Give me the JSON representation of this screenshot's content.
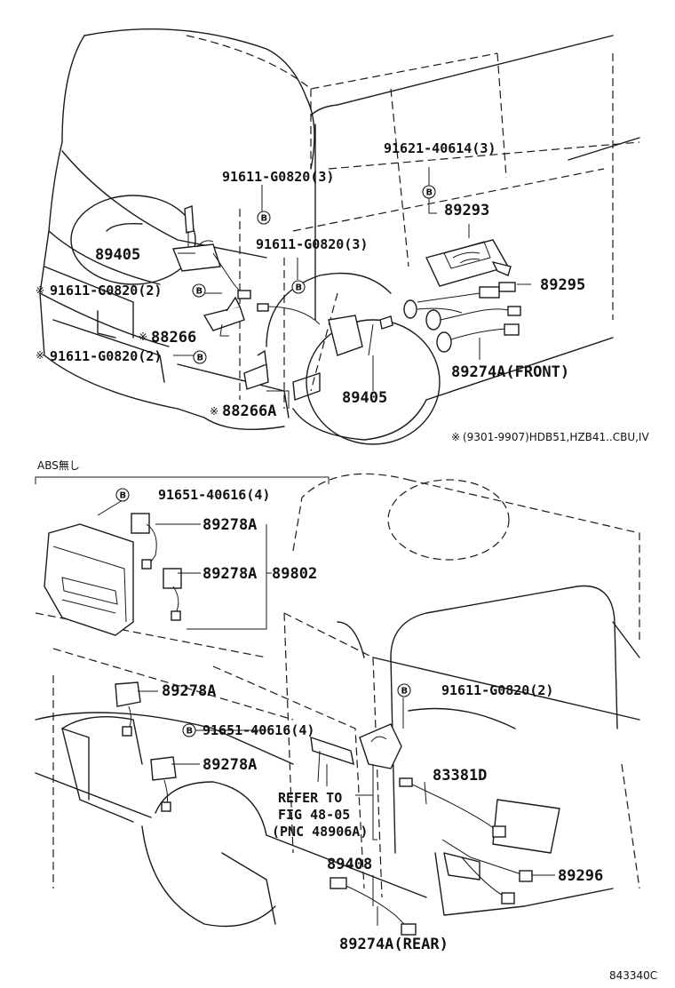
{
  "labels": {
    "p91621_40614": "91621-40614(3)",
    "p91611_g0820_a": "91611-G0820(3)",
    "p91611_g0820_b": "91611-G0820(3)",
    "p89293": "89293",
    "p89405_a": "89405",
    "p89295": "89295",
    "p91611_g0820_c": "91611-G0820(2)",
    "p88266": "88266",
    "p91611_g0820_d": "91611-G0820(2)",
    "p89274a_front": "89274A(FRONT)",
    "p89405_b": "89405",
    "p88266a": "88266A",
    "footnote": "(9301-9907)HDB51,HZB41..CBU,IV",
    "abs_group": "ABS無し",
    "p91651_40616_a": "91651-40616(4)",
    "p89278a_1": "89278A",
    "p89278a_2": "89278A",
    "p89802": "89802",
    "p89278a_3": "89278A",
    "p91611_g0820_e": "91611-G0820(2)",
    "p91651_40616_b": "91651-40616(4)",
    "p89278a_4": "89278A",
    "p83381d": "83381D",
    "refer_line1": "REFER TO",
    "refer_line2": "FIG 48-05",
    "refer_line3": "(PNC 48906A)",
    "p89408": "89408",
    "p89296": "89296",
    "p89274a_rear": "89274A(REAR)",
    "figure_id": "843340C"
  },
  "symbols": {
    "bolt_marker": "B",
    "note_mark": "※"
  }
}
